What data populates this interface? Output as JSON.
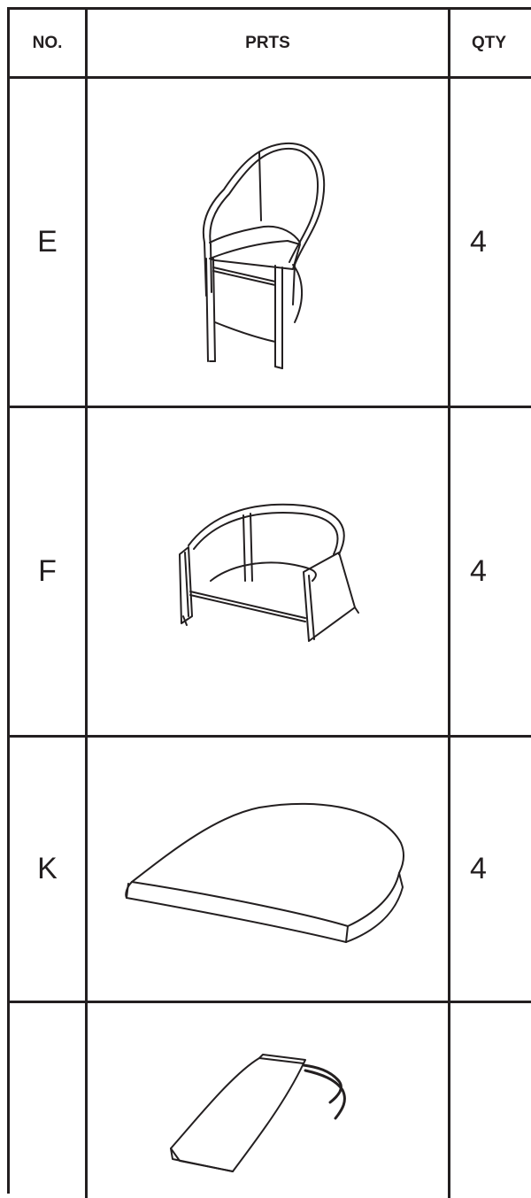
{
  "header": {
    "no_label": "NO.",
    "parts_label": "PRTS",
    "qty_label": "QTY"
  },
  "rows": [
    {
      "no": "E",
      "qty": "4",
      "part_icon": "chair-icon"
    },
    {
      "no": "F",
      "qty": "4",
      "part_icon": "chair-frame-icon"
    },
    {
      "no": "K",
      "qty": "4",
      "part_icon": "seat-cushion-icon"
    },
    {
      "no": "",
      "qty": "",
      "part_icon": "back-cushion-icon"
    }
  ],
  "colors": {
    "line": "#231f20",
    "background": "#ffffff"
  }
}
